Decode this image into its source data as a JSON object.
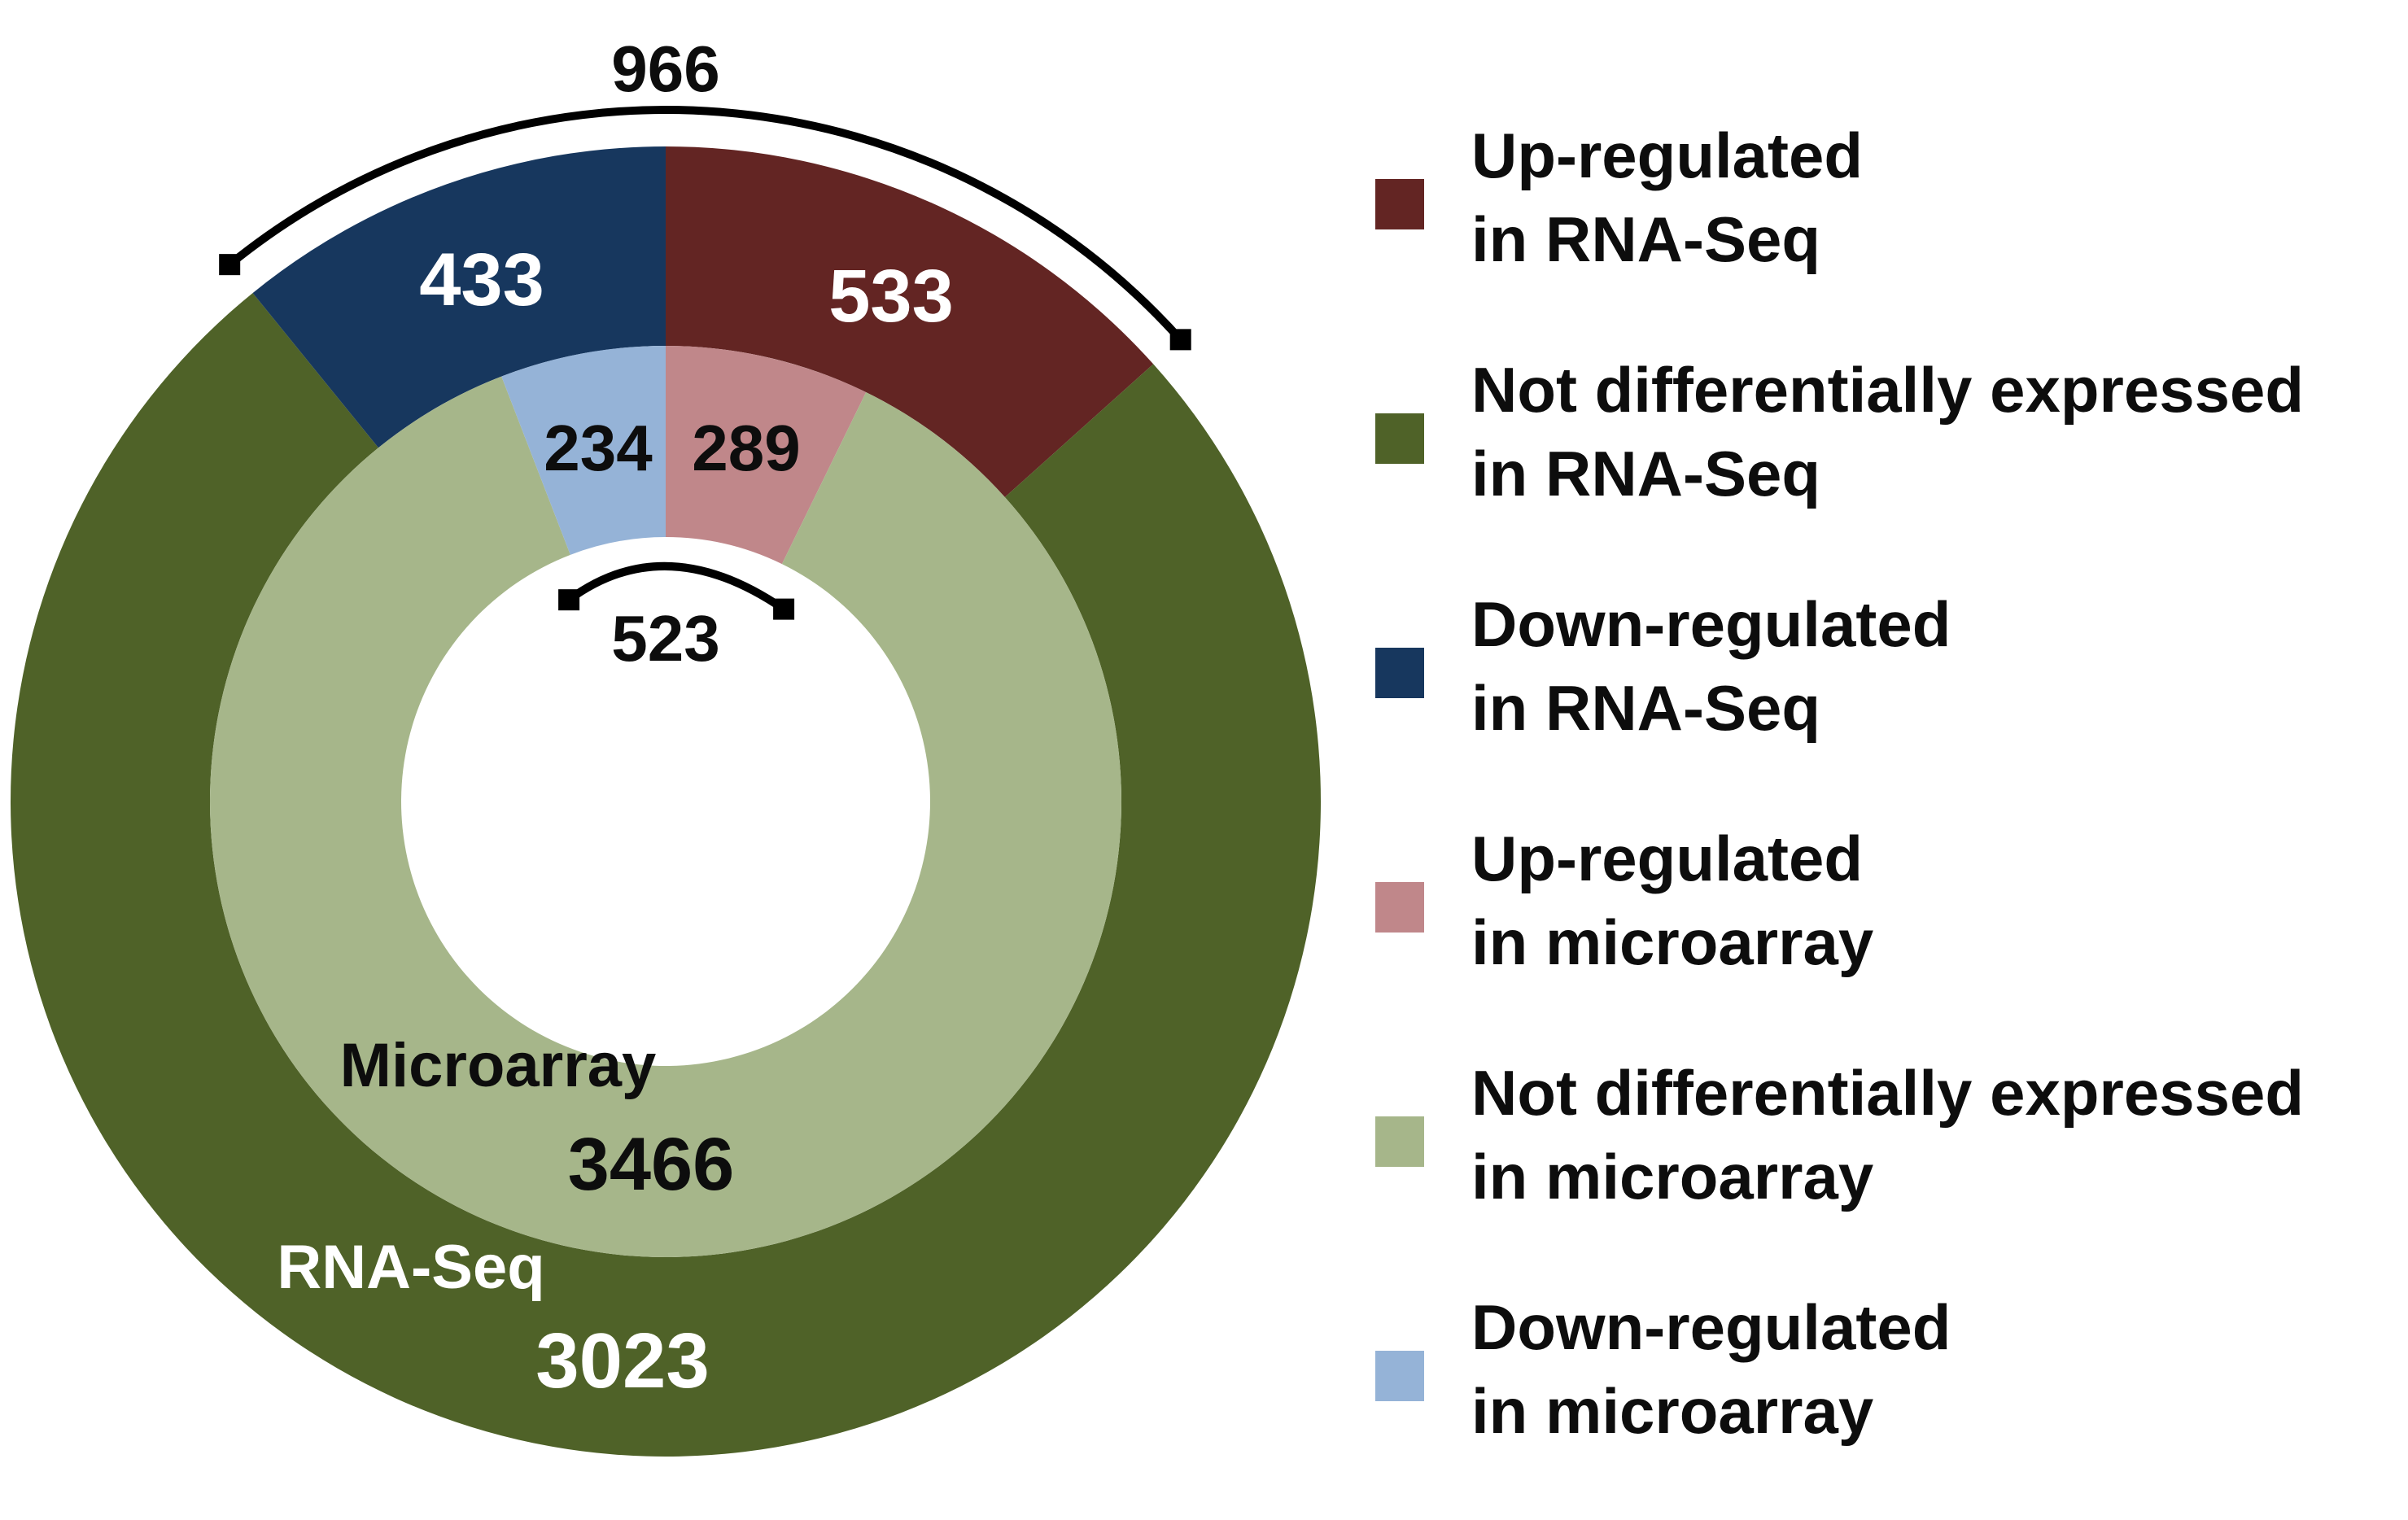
{
  "chart_data": {
    "type": "pie",
    "variant": "nested-donut",
    "rings": [
      {
        "name": "RNA-Seq",
        "total_label": "3023",
        "slices": [
          {
            "label": "Up-regulated in RNA-Seq",
            "value": 533,
            "color": "#632523"
          },
          {
            "label": "Not differentially expressed in RNA-Seq",
            "value": 3023,
            "color": "#4f6228"
          },
          {
            "label": "Down-regulated in RNA-Seq",
            "value": 433,
            "color": "#17375e"
          }
        ]
      },
      {
        "name": "Microarray",
        "total_label": "3466",
        "slices": [
          {
            "label": "Up-regulated in microarray",
            "value": 289,
            "color": "#c0878a"
          },
          {
            "label": "Not differentially expressed in microarray",
            "value": 3466,
            "color": "#a6b68a"
          },
          {
            "label": "Down-regulated in microarray",
            "value": 234,
            "color": "#95b3d7"
          }
        ]
      }
    ],
    "annotations": {
      "outer_bracket": "966",
      "inner_bracket": "523"
    },
    "legend": {
      "placement": "right",
      "entries": [
        {
          "line1": "Up-regulated",
          "line2": "in RNA-Seq",
          "color": "#632523"
        },
        {
          "line1": "Not differentially expressed",
          "line2": "in RNA-Seq",
          "color": "#4f6228"
        },
        {
          "line1": "Down-regulated",
          "line2": "in RNA-Seq",
          "color": "#17375e"
        },
        {
          "line1": "Up-regulated",
          "line2": "in microarray",
          "color": "#c0878a"
        },
        {
          "line1": "Not differentially expressed",
          "line2": "in microarray",
          "color": "#a6b68a"
        },
        {
          "line1": "Down-regulated",
          "line2": "in microarray",
          "color": "#95b3d7"
        }
      ]
    }
  }
}
